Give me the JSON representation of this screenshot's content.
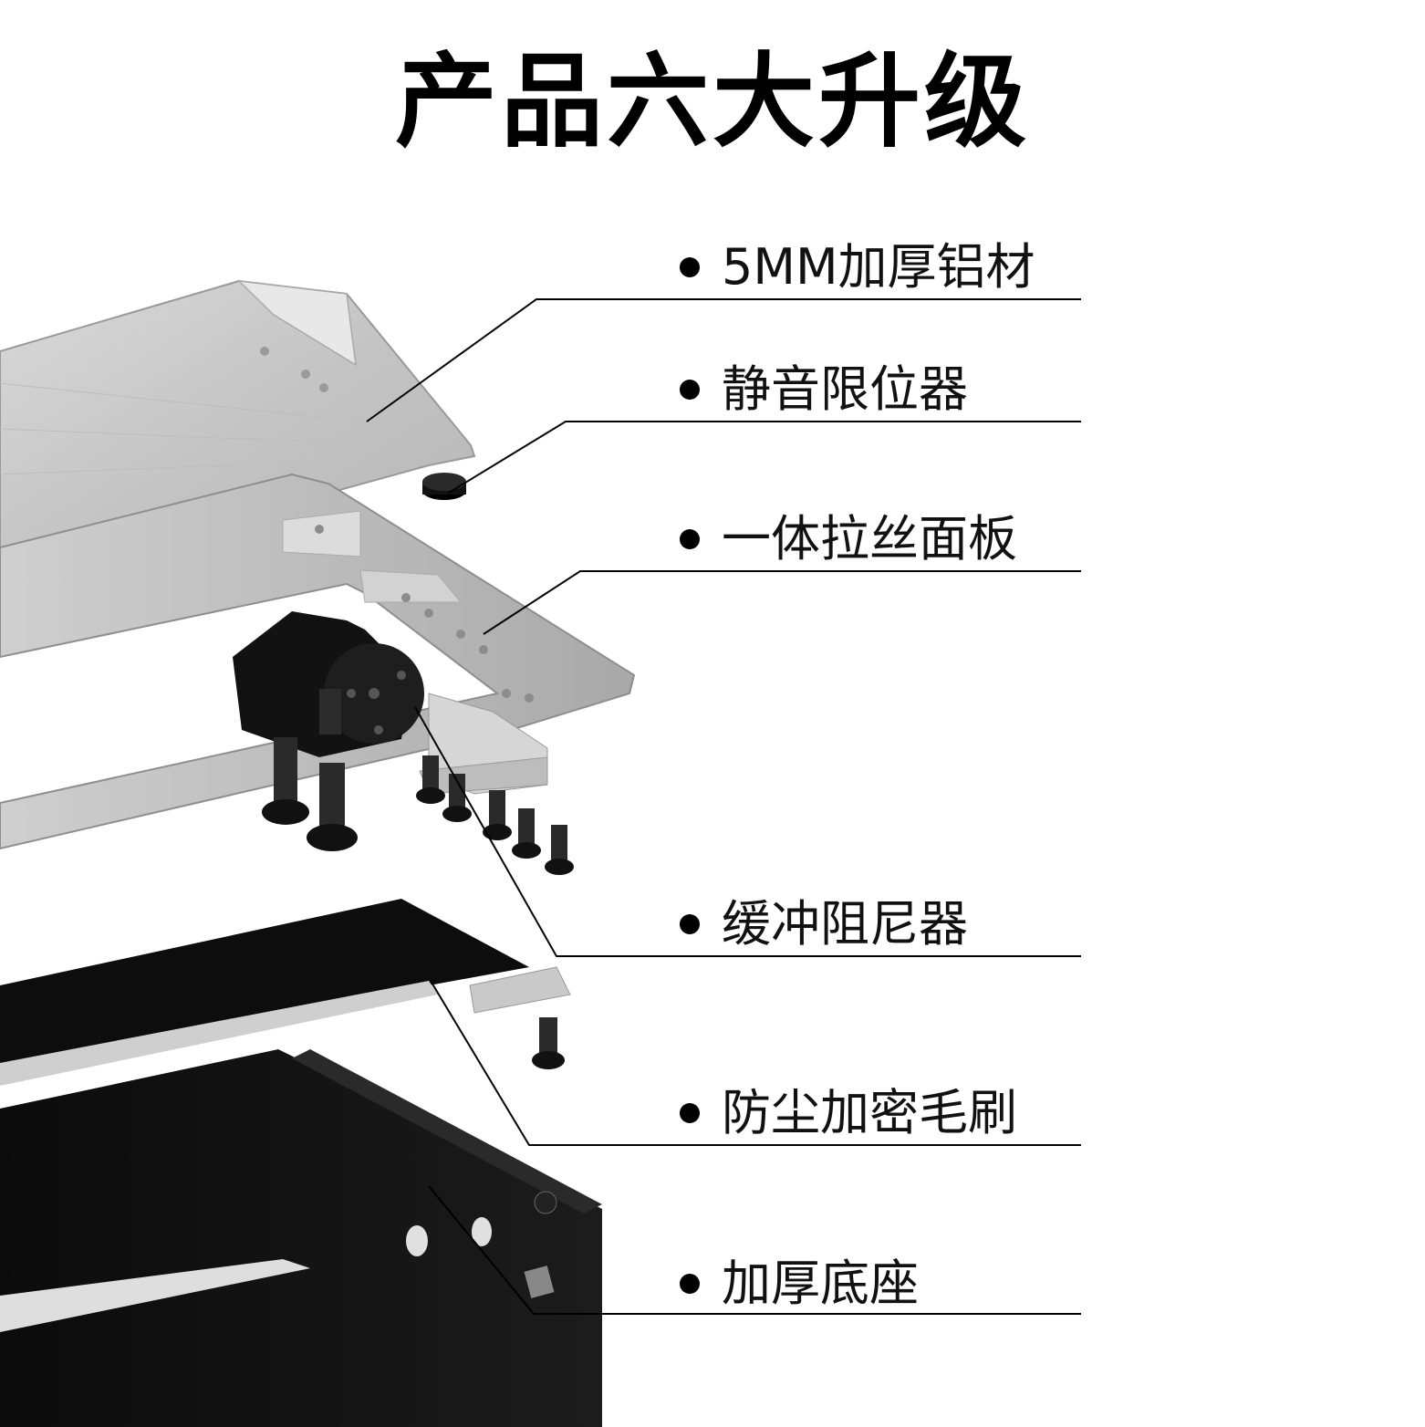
{
  "title": "产品六大升级",
  "features": [
    {
      "label": "5MM加厚铝材"
    },
    {
      "label": "静音限位器"
    },
    {
      "label": "一体拉丝面板"
    },
    {
      "label": "缓冲阻尼器"
    },
    {
      "label": "防尘加密毛刷"
    },
    {
      "label": "加厚底座"
    }
  ]
}
